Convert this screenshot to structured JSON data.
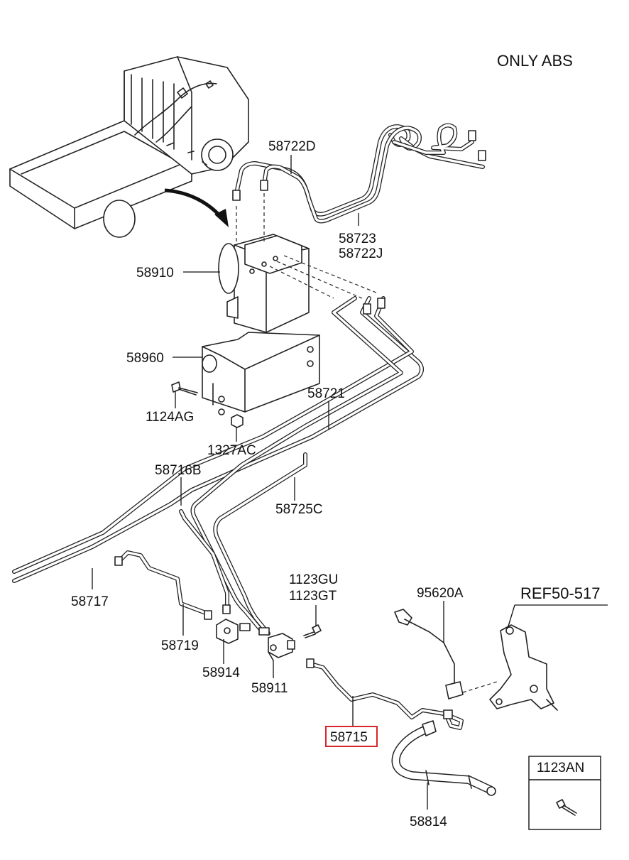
{
  "header": {
    "note": "ONLY ABS"
  },
  "labels": {
    "p58722D": "58722D",
    "p58723": "58723",
    "p58722J": "58722J",
    "p58910": "58910",
    "p58960": "58960",
    "p1124AG": "1124AG",
    "p58721": "58721",
    "p1327AC": "1327AC",
    "p58716B": "58716B",
    "p58725C": "58725C",
    "p58717": "58717",
    "p58719": "58719",
    "p1123GU": "1123GU",
    "p1123GT": "1123GT",
    "p58914": "58914",
    "p58911": "58911",
    "p95620A": "95620A",
    "ref": "REF50-517",
    "p58715": "58715",
    "p58814": "58814",
    "p1123AN": "1123AN"
  },
  "highlight": {
    "part": "58715",
    "color": "#d9262b"
  }
}
